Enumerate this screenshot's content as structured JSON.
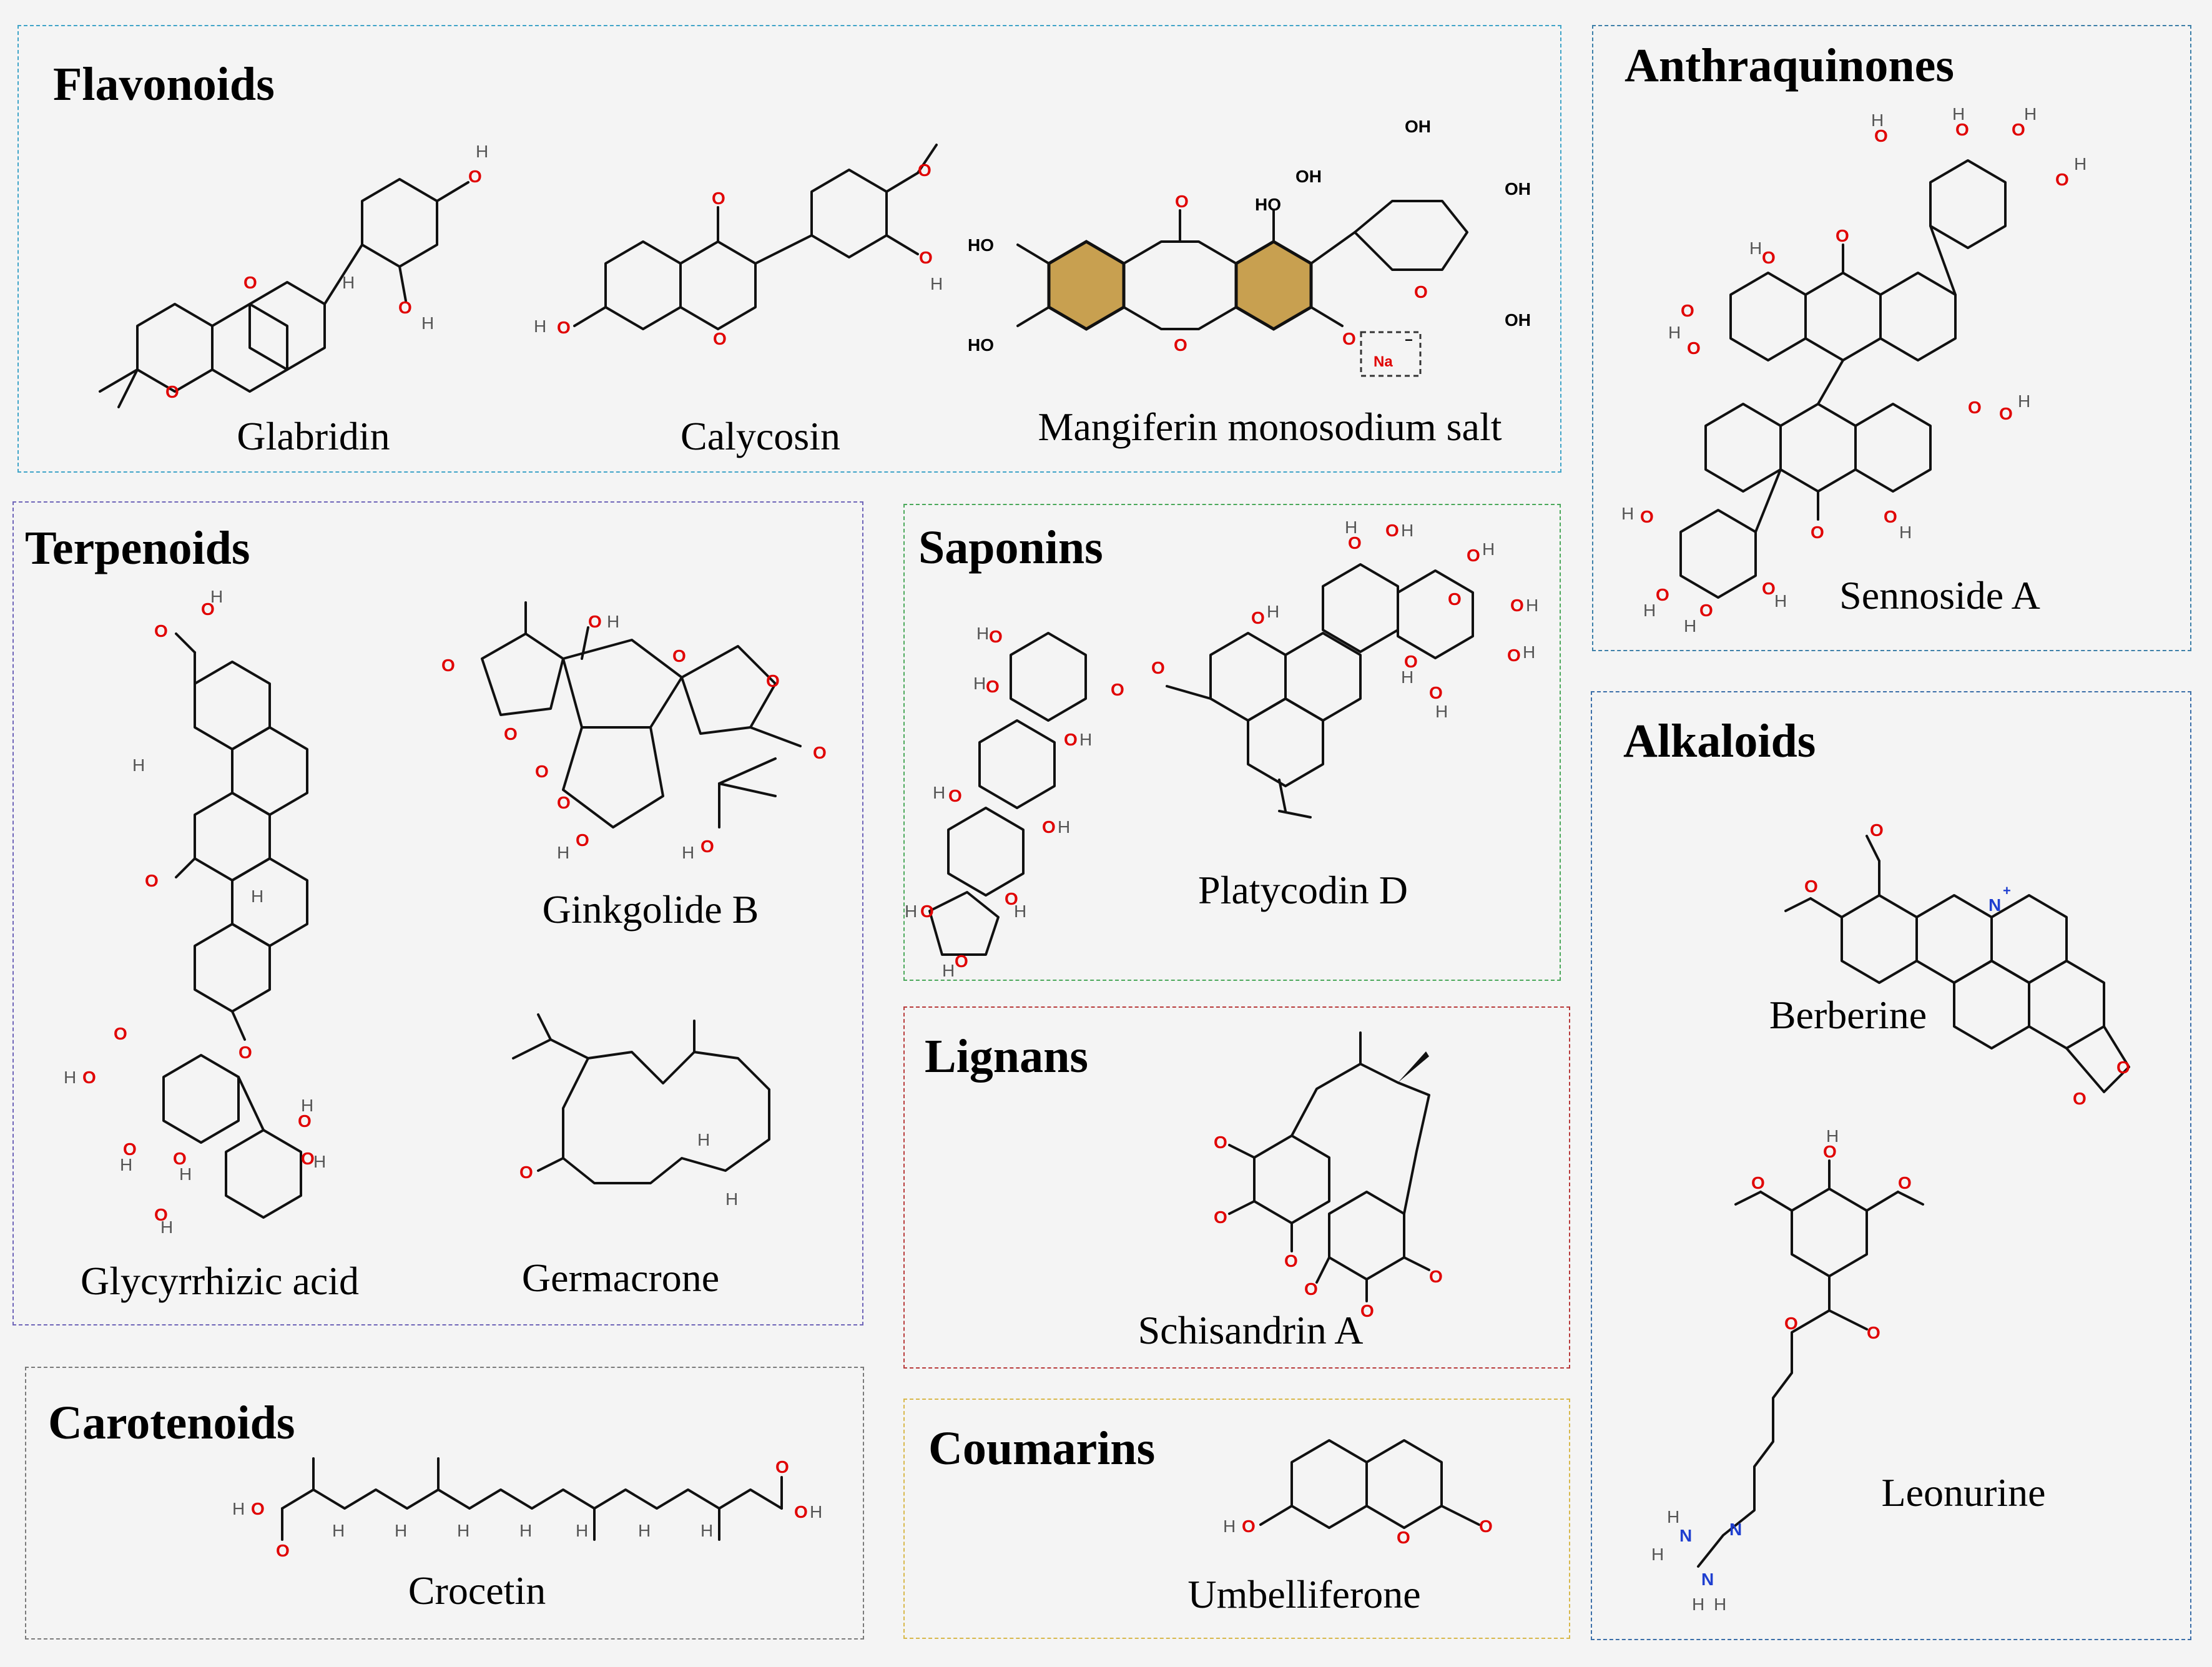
{
  "colors": {
    "background": "#f4f4f4",
    "flavonoids_border": "#3fa4c8",
    "anthraquinones_border": "#3c7fa8",
    "terpenoids_border": "#6e64b8",
    "saponins_border": "#4aa85a",
    "lignans_border": "#b83a3a",
    "coumarins_border": "#d8b84a",
    "carotenoids_border": "#7a7a7a",
    "alkaloids_border": "#3a6ea8",
    "oxygen_atom": "#e00000",
    "nitrogen_atom": "#1f3fd0",
    "xanthone_ring_fill": "#c8a050"
  },
  "panels": {
    "flavonoids": {
      "title": "Flavonoids",
      "compounds": [
        "Glabridin",
        "Calycosin",
        "Mangiferin monosodium salt"
      ]
    },
    "anthraquinones": {
      "title": "Anthraquinones",
      "compounds": [
        "Sennoside A"
      ]
    },
    "terpenoids": {
      "title": "Terpenoids",
      "compounds": [
        "Glycyrrhizic acid",
        "Ginkgolide B",
        "Germacrone"
      ]
    },
    "saponins": {
      "title": "Saponins",
      "compounds": [
        "Platycodin D"
      ]
    },
    "lignans": {
      "title": "Lignans",
      "compounds": [
        "Schisandrin A"
      ]
    },
    "coumarins": {
      "title": "Coumarins",
      "compounds": [
        "Umbelliferone"
      ]
    },
    "carotenoids": {
      "title": "Carotenoids",
      "compounds": [
        "Crocetin"
      ]
    },
    "alkaloids": {
      "title": "Alkaloids",
      "compounds": [
        "Berberine",
        "Leonurine"
      ]
    }
  },
  "atom_labels": {
    "O": "O",
    "OH": "OH",
    "HO": "HO",
    "H": "H",
    "N": "N",
    "Na": "Na",
    "charge_plus": "+",
    "charge_minus": "−"
  }
}
